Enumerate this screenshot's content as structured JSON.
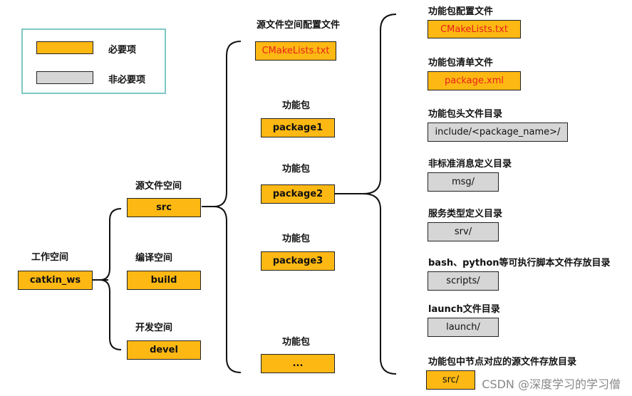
{
  "legend": {
    "required": "必要项",
    "optional": "非必要项"
  },
  "workspace": {
    "label": "工作空间",
    "name": "catkin_ws"
  },
  "spaces": [
    {
      "label": "源文件空间",
      "name": "src"
    },
    {
      "label": "编译空间",
      "name": "build"
    },
    {
      "label": "开发空间",
      "name": "devel"
    }
  ],
  "src_config": {
    "label": "源文件空间配置文件",
    "name": "CMakeLists.txt"
  },
  "packages": [
    {
      "label": "功能包",
      "name": "package1"
    },
    {
      "label": "功能包",
      "name": "package2"
    },
    {
      "label": "功能包",
      "name": "package3"
    },
    {
      "label": "功能包",
      "name": "..."
    }
  ],
  "package_contents": [
    {
      "label": "功能包配置文件",
      "name": "CMakeLists.txt"
    },
    {
      "label": "功能包清单文件",
      "name": "package.xml"
    },
    {
      "label": "功能包头文件目录",
      "name": "include/<package_name>/"
    },
    {
      "label": "非标准消息定义目录",
      "name": "msg/"
    },
    {
      "label": "服务类型定义目录",
      "name": "srv/"
    },
    {
      "label": "bash、python等可执行脚本文件存放目录",
      "name": "scripts/"
    },
    {
      "label": "launch文件目录",
      "name": "launch/"
    },
    {
      "label": "功能包中节点对应的源文件存放目录",
      "name": "src/"
    }
  ],
  "watermark": "CSDN @深度学习的学习僧",
  "colors": {
    "required": "#fdb813",
    "optional": "#d6d6d6",
    "legend_border": "#7fc7c3",
    "highlight_text": "#e8201a"
  }
}
